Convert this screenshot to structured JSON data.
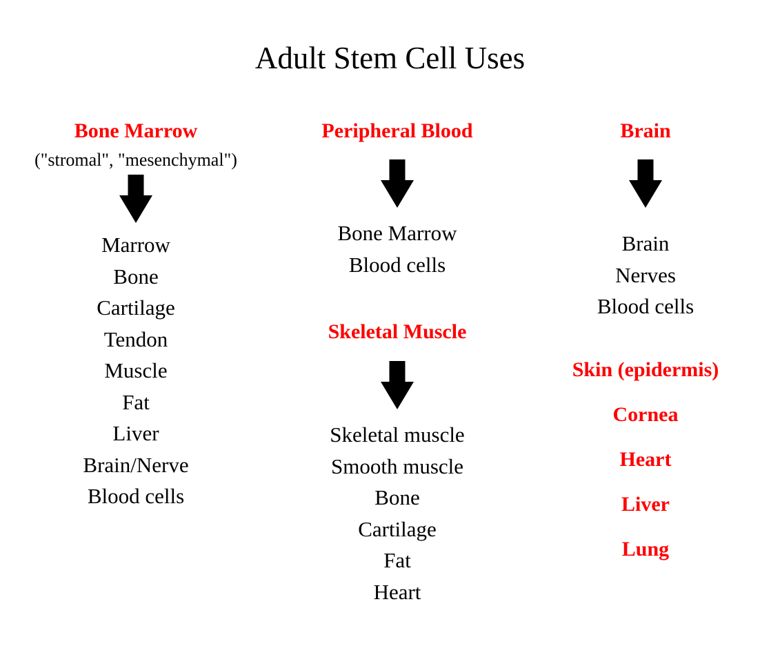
{
  "slide": {
    "title": "Adult Stem Cell Uses",
    "accent_color": "#FF0000",
    "text_color": "#000000",
    "background_color": "#FFFFFF"
  },
  "columns": [
    {
      "id": "bone-marrow",
      "sections": [
        {
          "heading": "Bone Marrow",
          "subtitle": "(\"stromal\", \"mesenchymal\")",
          "arrow": "down-arrow",
          "items": [
            "Marrow",
            "Bone",
            "Cartilage",
            "Tendon",
            "Muscle",
            "Fat",
            "Liver",
            "Brain/Nerve",
            "Blood cells"
          ]
        }
      ]
    },
    {
      "id": "peripheral-blood",
      "sections": [
        {
          "heading": "Peripheral Blood",
          "subtitle": "",
          "arrow": "down-arrow",
          "items": [
            "Bone Marrow",
            "Blood cells"
          ]
        },
        {
          "heading": "Skeletal Muscle",
          "subtitle": "",
          "arrow": "down-arrow",
          "items": [
            "Skeletal muscle",
            "Smooth muscle",
            "Bone",
            "Cartilage",
            "Fat",
            "Heart"
          ]
        }
      ]
    },
    {
      "id": "brain",
      "sections": [
        {
          "heading": "Brain",
          "subtitle": "",
          "arrow": "down-arrow",
          "items": [
            "Brain",
            "Nerves",
            "Blood cells"
          ]
        }
      ],
      "red_items": [
        "Skin (epidermis)",
        "Cornea",
        "Heart",
        "Liver",
        "Lung"
      ]
    }
  ]
}
